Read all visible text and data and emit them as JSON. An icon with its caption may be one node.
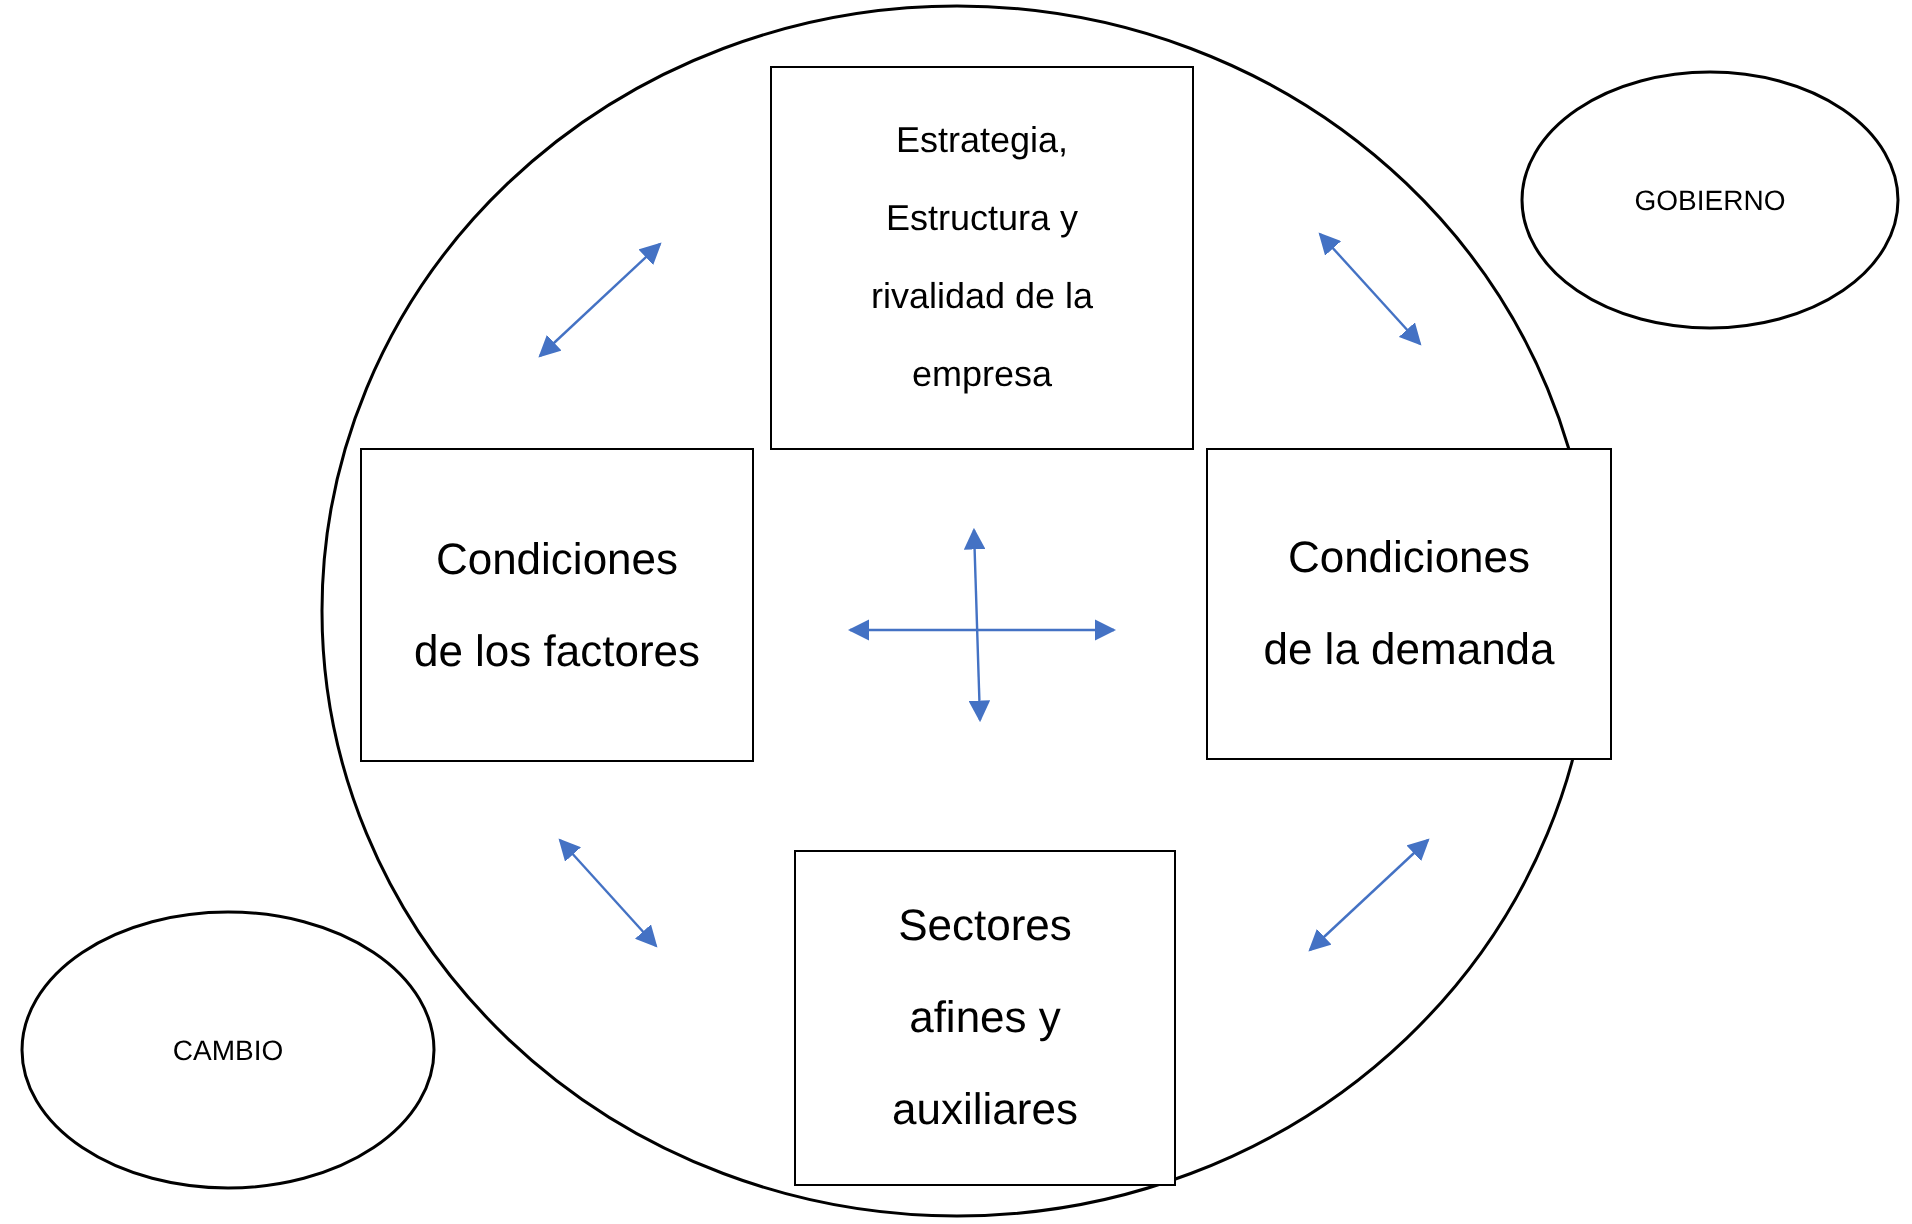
{
  "diagram": {
    "nodes": [
      {
        "text": [],
        "shape": "circle"
      },
      {
        "text": [
          "Estrategia, Estructura y rivalidad de la empresa"
        ],
        "in": 0
      },
      {
        "text": [
          "Condiciones de los factores"
        ],
        "in": 0
      },
      {
        "text": [
          "Condiciones de la demanda"
        ],
        "in": 0
      },
      {
        "text": [
          "Sectores afines y auxiliares"
        ],
        "in": 0
      },
      {
        "text": [
          "GOBIERNO"
        ]
      },
      {
        "text": [
          "CAMBIO"
        ]
      }
    ],
    "edges": [
      {
        "from": 2,
        "to": 1,
        "arrow": "both"
      },
      {
        "from": 1,
        "to": 3,
        "arrow": "both"
      },
      {
        "from": 1,
        "to": 4,
        "arrow": "both"
      },
      {
        "from": 2,
        "to": 3,
        "arrow": "both"
      },
      {
        "from": 2,
        "to": 4,
        "arrow": "both"
      },
      {
        "from": 4,
        "to": 3,
        "arrow": "both"
      }
    ]
  }
}
